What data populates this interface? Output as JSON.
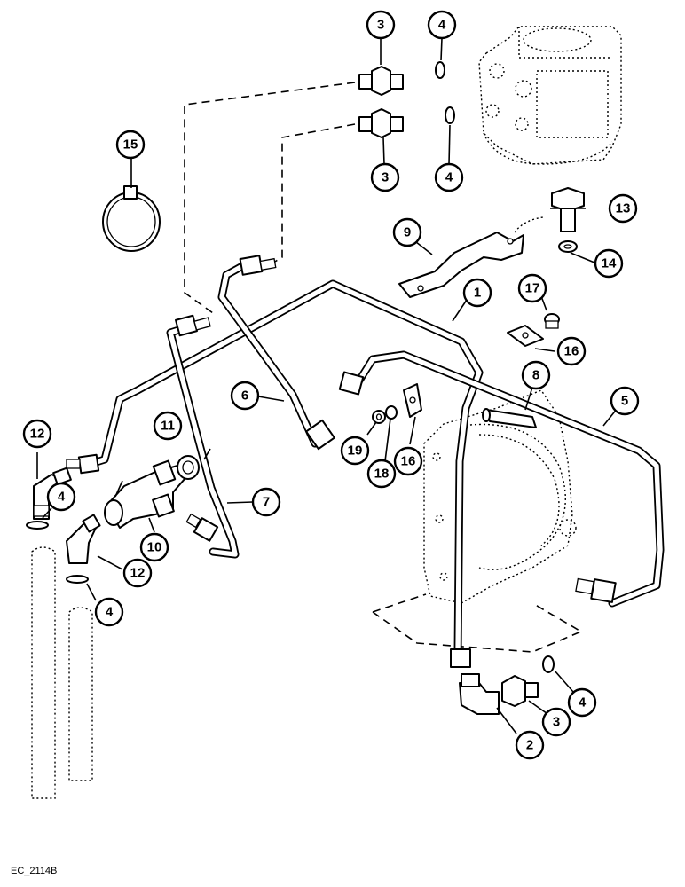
{
  "drawing": {
    "reference_code": "EC_2114B"
  },
  "callouts": {
    "c1": "1",
    "c2": "2",
    "c3_top": "3",
    "c3_mid": "3",
    "c3_bottom": "3",
    "c4_top": "4",
    "c4_mid": "4",
    "c4_left_upper": "4",
    "c4_left_lower": "4",
    "c4_bottom": "4",
    "c5": "5",
    "c6": "6",
    "c7": "7",
    "c8": "8",
    "c9": "9",
    "c10": "10",
    "c11": "11",
    "c12_upper": "12",
    "c12_lower": "12",
    "c13": "13",
    "c14": "14",
    "c15": "15",
    "c16_upper": "16",
    "c16_lower": "16",
    "c17": "17",
    "c18": "18",
    "c19": "19"
  }
}
